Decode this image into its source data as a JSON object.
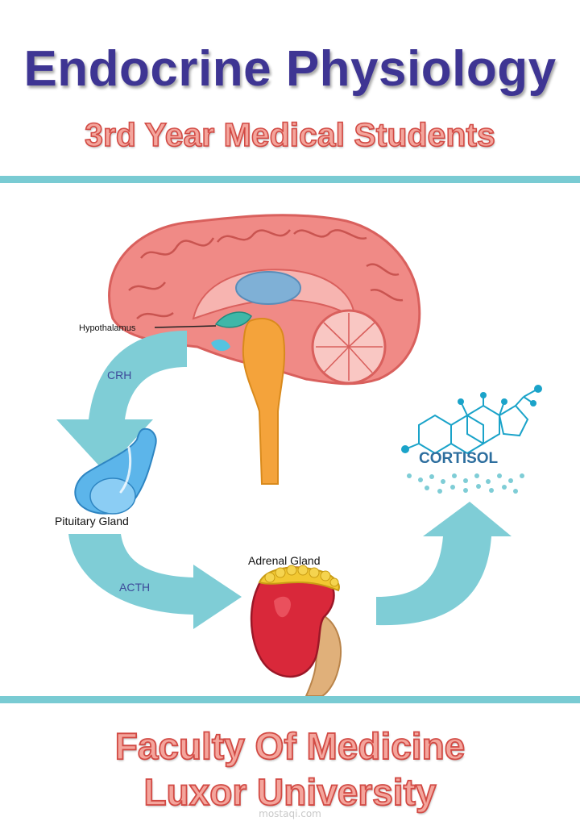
{
  "header": {
    "title": "Endocrine Physiology",
    "subtitle": "3rd Year Medical Students"
  },
  "diagram": {
    "hypothalamus_label": "Hypothalamus",
    "crh_label": "CRH",
    "pituitary_label": "Pituitary Gland",
    "acth_label": "ACTH",
    "adrenal_label": "Adrenal Gland",
    "cortisol_label": "CORTISOL"
  },
  "footer": {
    "line1": "Faculty Of Medicine",
    "line2": "Luxor University",
    "watermark": "mostaqi.com"
  },
  "colors": {
    "title": "#3e3593",
    "subtitle_fill": "#f4a59c",
    "subtitle_stroke": "#d24a44",
    "rule": "#79cbd3",
    "arrow": "#7fcdd6",
    "brain": "#f08a86",
    "brainstem": "#f4a33b",
    "adrenal": "#d9283a",
    "adrenal_cap": "#f2c832",
    "cortisol_text": "#2d6e9e",
    "molecule": "#1aa3c9"
  }
}
